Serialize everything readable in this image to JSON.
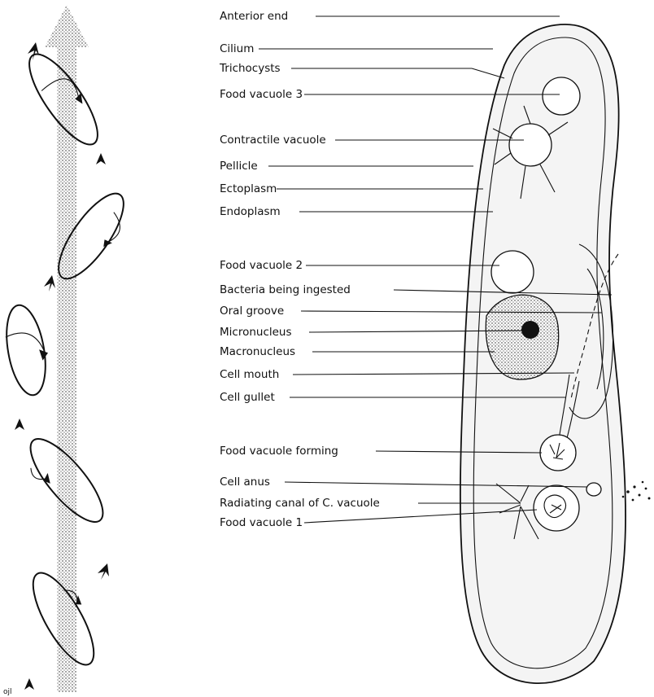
{
  "labels": {
    "anterior_end": "Anterior end",
    "cilium": "Cilium",
    "trichocysts": "Trichocysts",
    "food_vacuole_3": "Food vacuole 3",
    "contractile_vacuole": "Contractile vacuole",
    "pellicle": "Pellicle",
    "ectoplasm": "Ectoplasm",
    "endoplasm": "Endoplasm",
    "food_vacuole_2": "Food vacuole 2",
    "bacteria_ingested": "Bacteria being ingested",
    "oral_groove": "Oral groove",
    "micronucleus": "Micronucleus",
    "macronucleus": "Macronucleus",
    "cell_mouth": "Cell mouth",
    "cell_gullet": "Cell gullet",
    "food_vacuole_forming": "Food vacuole forming",
    "cell_anus": "Cell anus",
    "radiating_canal": "Radiating canal of C. vacuole",
    "food_vacuole_1": "Food vacuole 1"
  },
  "signature": "ojl",
  "colors": {
    "ink": "#111111",
    "paper": "#ffffff",
    "cytoplasm": "#f4f4f4"
  }
}
